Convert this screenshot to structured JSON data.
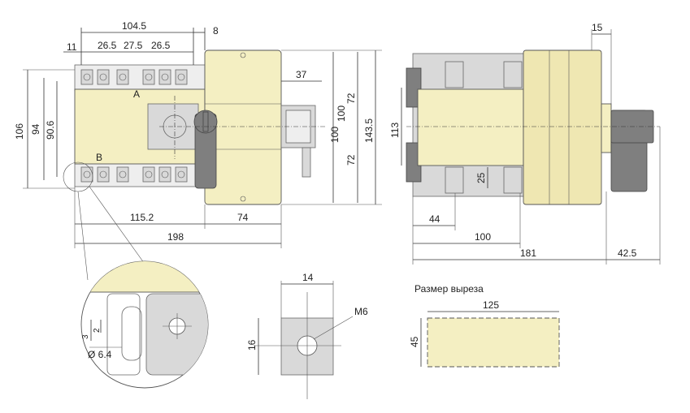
{
  "front_view": {
    "dims": {
      "d104_5": "104.5",
      "d8": "8",
      "d11": "11",
      "d26_5a": "26.5",
      "d27_5": "27.5",
      "d26_5b": "26.5",
      "d37": "37",
      "d72_top": "72",
      "d100a": "100",
      "d100b": "100",
      "d143_5": "143.5",
      "d72_bot": "72",
      "d106": "106",
      "d94": "94",
      "d90_6": "90.6",
      "d115_2": "115.2",
      "d74": "74",
      "d198": "198"
    },
    "label_A": "A",
    "label_B": "B"
  },
  "side_view": {
    "dims": {
      "d15": "15",
      "d113": "113",
      "d25": "25",
      "d44": "44",
      "d100": "100",
      "d181": "181",
      "d42_5": "42.5"
    }
  },
  "detail_view": {
    "dims": {
      "d3": "3",
      "d2": "2",
      "dia": "Ø 6.4"
    }
  },
  "nut_view": {
    "dims": {
      "d14": "14",
      "d16": "16",
      "thread": "M6"
    }
  },
  "cutout_view": {
    "title": "Размер выреза",
    "dims": {
      "d125": "125",
      "d45": "45"
    }
  },
  "colors": {
    "housing": "#f4efc2",
    "handle": "#7f7f7f",
    "metal": "#d9d9d9"
  }
}
